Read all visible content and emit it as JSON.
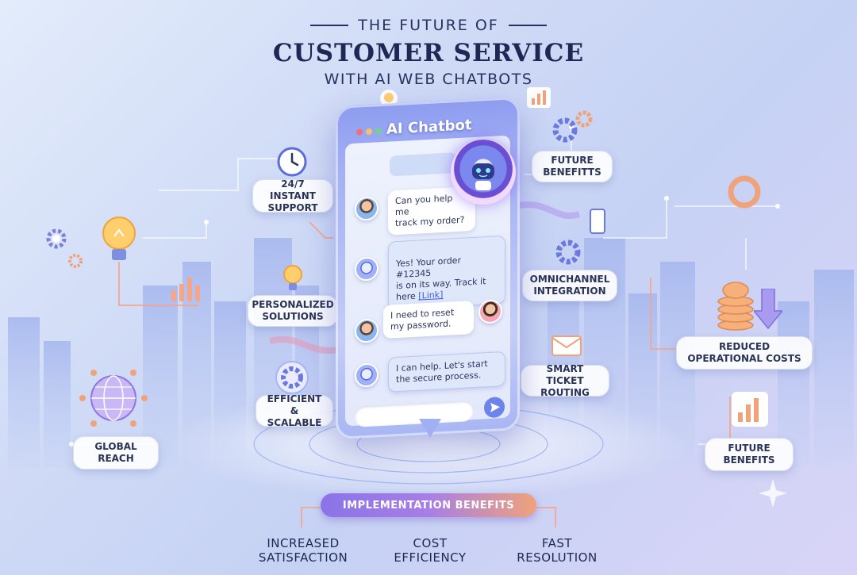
{
  "header": {
    "title_top": "THE FUTURE OF",
    "title_main": "CUSTOMER SERVICE",
    "title_sub": "WITH AI WEB CHATBOTS"
  },
  "phone": {
    "title": "AI Chatbot",
    "messages": [
      {
        "from": "user",
        "text": "Can you help me\ntrack my order?"
      },
      {
        "from": "bot",
        "text_before": "Yes! Your order #12345\nis on its way. Track it\nhere ",
        "link": "[Link]"
      },
      {
        "from": "user",
        "text": "I need to reset\nmy password."
      },
      {
        "from": "bot",
        "text": "I can help. Let's start\nthe secure process."
      }
    ]
  },
  "labels": {
    "support": "24/7 INSTANT\nSUPPORT",
    "personalized": "PERSONALIZED\nSOLUTIONS",
    "efficient": "EFFICIENT &\nSCALABLE",
    "global": "GLOBAL\nREACH",
    "future_top": "FUTURE\nBENEFITTS",
    "omnichannel": "OMNICHANNEL\nINTEGRATION",
    "smart_ticket": "SMART TICKET\nROUTING",
    "reduced_costs": "REDUCED\nOPERATIONAL COSTS",
    "future_bottom": "FUTURE\nBENEFITS"
  },
  "bottom": {
    "banner": "IMPLEMENTATION BENEFITS",
    "items": [
      "INCREASED\nSATISFACTION",
      "COST\nEFFICIENCY",
      "FAST\nRESOLUTION"
    ]
  },
  "colors": {
    "accent_purple": "#8a74e8",
    "accent_orange": "#f0a27a",
    "title_navy": "#1d2854"
  },
  "icons": [
    "clock-icon",
    "lightbulb-icon",
    "gear-icon",
    "globe-network-icon",
    "bar-chart-icon",
    "smartphone-icon",
    "envelope-icon",
    "coin-stack-icon",
    "down-arrow-icon",
    "target-ring-icon",
    "robot-icon",
    "send-icon"
  ]
}
